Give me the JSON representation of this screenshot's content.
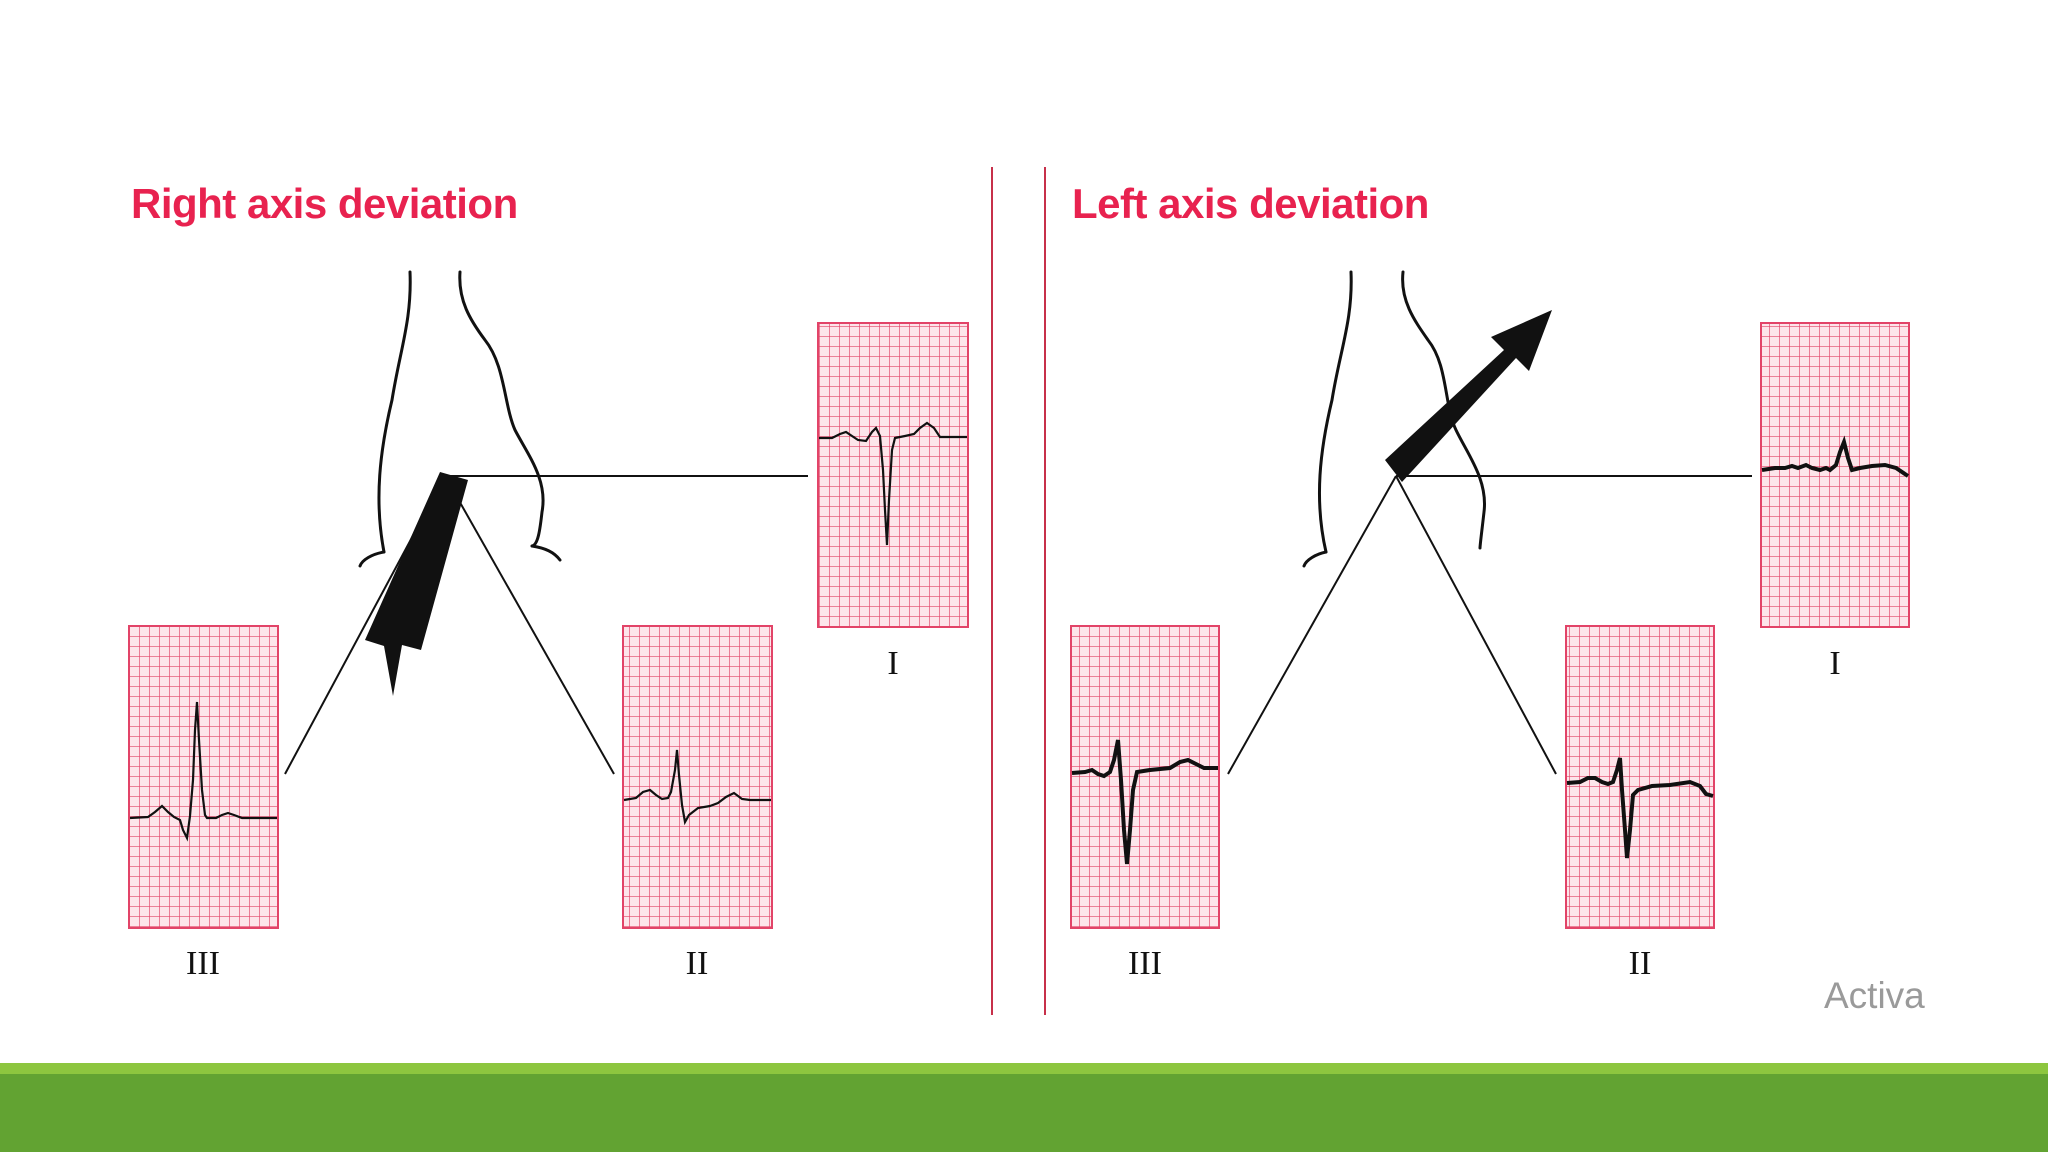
{
  "panels": [
    {
      "title": "Right axis deviation",
      "leads": {
        "I": "I",
        "II": "II",
        "III": "III"
      }
    },
    {
      "title": "Left axis deviation",
      "leads": {
        "I": "I",
        "II": "II",
        "III": "III"
      }
    }
  ],
  "watermark": "Activa",
  "colors": {
    "title": "#e8224f",
    "divider": "#c7304a",
    "grid_background": "#fde5ea",
    "grid_line": "#e24468",
    "trace": "#111111",
    "footer_stripe": "#8dc63f",
    "footer_bar": "#62a332",
    "watermark": "#9a9a9a"
  },
  "icons": [
    "body-silhouette",
    "axis-arrow",
    "ecg-grid"
  ]
}
